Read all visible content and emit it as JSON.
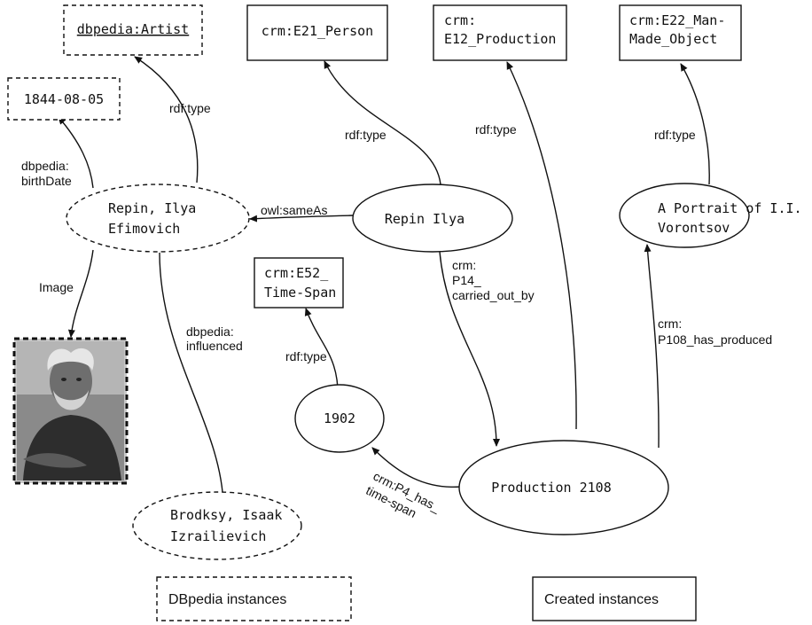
{
  "nodes": {
    "dbpedia_artist": "dbpedia:Artist",
    "birth_date_value": "1844-08-05",
    "e21_person": "crm:E21_Person",
    "e12_production": [
      "crm:",
      "E12_Production"
    ],
    "e22_object": [
      "crm:E22_Man-",
      "Made_Object"
    ],
    "repin_dbpedia": [
      "Repin, Ilya",
      "Efimovich"
    ],
    "repin_created": "Repin Ilya",
    "portrait": [
      "A Portrait of I.I.",
      "Vorontsov"
    ],
    "e52_timespan": [
      "crm:E52_",
      "Time-Span"
    ],
    "year_1902": "1902",
    "production_2108": "Production 2108",
    "brodsky": [
      "Brodksy, Isaak",
      "Izrailievich"
    ],
    "portrait_photo_label": "Image"
  },
  "edges": {
    "rdf_type_artist": "rdf:type",
    "birthdate": [
      "dbpedia:",
      "birthDate"
    ],
    "rdf_type_person": "rdf:type",
    "rdf_type_production": "rdf:type",
    "rdf_type_object": "rdf:type",
    "same_as": "owl:sameAs",
    "image": "Image",
    "carried_out_by": [
      "crm:",
      "P14_",
      "carried_out_by"
    ],
    "rdf_type_timespan": "rdf:type",
    "influenced": [
      "dbpedia:",
      "influenced"
    ],
    "has_produced": [
      "crm:",
      "P108_has_produced"
    ],
    "has_time_span": [
      "crm:P4_has_",
      "time-span"
    ]
  },
  "legend": {
    "dbpedia": "DBpedia instances",
    "created": "Created instances"
  }
}
